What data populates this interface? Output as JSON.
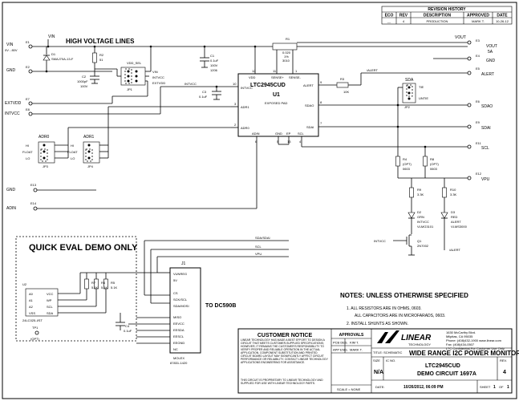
{
  "revision": {
    "title": "REVISION HISTORY",
    "headers": [
      "ECO",
      "REV",
      "DESCRIPTION",
      "APPROVED",
      "DATE"
    ],
    "row": [
      "__",
      "4",
      "PRODUCTION",
      "MARK T.",
      "10-26-12"
    ]
  },
  "banner": "HIGH VOLTAGE LINES",
  "terminals": {
    "e1": {
      "ref": "E1",
      "label": "VIN",
      "sub": "0V - 80V"
    },
    "e2": {
      "ref": "E2",
      "label": "GND"
    },
    "e7": {
      "ref": "E7",
      "label": "EXTVDD"
    },
    "e8": {
      "ref": "E8",
      "label": "INTVCC"
    },
    "e13": {
      "ref": "E13",
      "label": "GND"
    },
    "e14": {
      "ref": "E14",
      "label": "ADIN"
    },
    "e3": {
      "ref": "E3",
      "label": "VOUT",
      "sub": "5A"
    },
    "e4": {
      "ref": "E4",
      "label": "GND"
    },
    "e5": {
      "ref": "E5",
      "label": "ALERT"
    },
    "e6": {
      "ref": "E6",
      "label": "SDAO"
    },
    "e9": {
      "ref": "E9",
      "label": "SDAI"
    },
    "e11": {
      "ref": "E11",
      "label": "SCL"
    },
    "e12": {
      "ref": "E12",
      "label": "VPU"
    }
  },
  "nets": {
    "vin": "VIN",
    "vout": "VOUT",
    "intvcc": "INTVCC",
    "alert_bar": "/ALERT",
    "sda_sdai": "SDA/SDAI",
    "scl": "SCL",
    "vpu": "VPU",
    "vdd_sel": "VDD_SEL"
  },
  "parts": {
    "d1": {
      "ref": "D1",
      "value": "SMAJ70A-13-F"
    },
    "r2": {
      "ref": "R2",
      "value": "51"
    },
    "c2": {
      "ref": "C2",
      "value": "1000pF",
      "v2": "100V"
    },
    "c1": {
      "ref": "C1",
      "value": "0.1uF",
      "v2": "100V",
      "v3": "1206"
    },
    "c3": {
      "ref": "C3",
      "value": "0.1uF"
    },
    "r1": {
      "ref": "R1",
      "value": "0.020",
      "v2": "1%",
      "v3": "3010"
    },
    "r3": {
      "ref": "R3",
      "value": "10K"
    },
    "r4": {
      "ref": "R4",
      "value": "(OPT)",
      "v2": "0603"
    },
    "r8": {
      "ref": "R8",
      "value": "(OPT)",
      "v2": "0603"
    },
    "r9": {
      "ref": "R9",
      "value": "3.3K"
    },
    "r10": {
      "ref": "R10",
      "value": "3.3K"
    },
    "d2": {
      "ref": "D2",
      "value": "GRN",
      "v2": "INTVCC",
      "v3": "VLMG3101"
    },
    "d3": {
      "ref": "D3",
      "value": "RED",
      "v2": "ALERT",
      "v3": "VLMS3000"
    },
    "q1": {
      "ref": "Q1",
      "value": "2N7002"
    },
    "jp1": {
      "ref": "JP1",
      "pins": [
        "VIN",
        "INTVCC",
        "EXTVDD"
      ]
    },
    "jp2": {
      "ref": "JP2",
      "pins": [
        "TIE",
        "UNTIE"
      ]
    },
    "jp3": {
      "ref": "JP3",
      "pins": [
        "HI",
        "FLOAT",
        "LO"
      ]
    },
    "jp4": {
      "ref": "JP4",
      "pins": [
        "HI",
        "FLOAT",
        "LO"
      ]
    },
    "adr0": "ADR0",
    "adr1": "ADR1",
    "sda": "SDA"
  },
  "u1": {
    "ref": "U1",
    "part": "LTC2945CUD",
    "pad": "EXPOSED PAD",
    "pins_left": [
      "INTVCC",
      "ADR1",
      "ADR0"
    ],
    "pins_top": [
      "VDD",
      "SENSE+",
      "SENSE-"
    ],
    "pins_right": [
      "ALERT",
      "SDAO",
      "SDAI"
    ],
    "pins_bottom": [
      "ADIN",
      "GND",
      "EP",
      "SCL"
    ],
    "pin_nums": {
      "vdd": "12",
      "sp": "11",
      "sm": "1",
      "intvcc": "10",
      "adr1": "3",
      "adr0": "2",
      "alert": "9",
      "sdao": "8",
      "sdai": "7",
      "adin": "6",
      "gnd": "5",
      "ep": "13",
      "scl": "4"
    }
  },
  "quick_eval": {
    "title": "QUICK EVAL DEMO ONLY",
    "u2": {
      "ref": "U2",
      "part": "24LC025-I/ST",
      "left": [
        "A0",
        "A1",
        "A2",
        "VSS"
      ],
      "right": [
        "VCC",
        "WP",
        "SCL",
        "SDA"
      ]
    },
    "r5": {
      "ref": "R5",
      "value": "5.1K"
    },
    "r6": {
      "ref": "R6",
      "value": "5.1K"
    },
    "r7": {
      "ref": "R7",
      "value": "5.1K"
    },
    "tp1": {
      "ref": "TP1",
      "value": "(OPT)"
    },
    "c4": {
      "ref": "C4",
      "value": "0.1uF"
    },
    "j1": {
      "ref": "J1",
      "pins": [
        "VUNREG",
        "5V",
        "",
        "CS",
        "SCK/SCL",
        "SDA/MOSI",
        "",
        "MISO",
        "EEVCC",
        "EESDA",
        "EESCL",
        "EEGND",
        "NC"
      ],
      "conn": "MOLEX",
      "pn": "87831-1420"
    },
    "to": "TO DC590B"
  },
  "notes": {
    "title": "NOTES: UNLESS OTHERWISE SPECIFIED",
    "lines": [
      "1. ALL RESISTORS ARE IN OHMS, 0603.",
      "ALL CAPACITORS ARE IN MICROFARADS, 0603.",
      "2. INSTALL SHUNTS AS SHOWN."
    ]
  },
  "title_block": {
    "notice_title": "CUSTOMER NOTICE",
    "notice_body": "LINEAR TECHNOLOGY HAS MADE A BEST EFFORT TO DESIGN A CIRCUIT THAT MEETS CUSTOMER-SUPPLIED SPECIFICATIONS; HOWEVER, IT REMAINS THE CUSTOMER'S RESPONSIBILITY TO VERIFY PROPER AND RELIABLE OPERATION IN THE ACTUAL APPLICATION. COMPONENT SUBSTITUTION AND PRINTED CIRCUIT BOARD LAYOUT MAY SIGNIFICANTLY AFFECT CIRCUIT PERFORMANCE OR RELIABILITY. CONTACT LINEAR TECHNOLOGY APPLICATIONS ENGINEERING FOR ASSISTANCE.",
    "notice_foot": "THIS CIRCUIT IS PROPRIETARY TO LINEAR TECHNOLOGY AND SUPPLIED FOR USE WITH LINEAR TECHNOLOGY PARTS.",
    "approvals": "APPROVALS",
    "pcb_des": "PCB DES.",
    "pcb_name": "KIM T.",
    "app_eng": "APP ENG.",
    "app_name": "MARK T.",
    "scale": "SCALE = NONE",
    "logo": "LINEAR",
    "logo_sub": "TECHNOLOGY",
    "address": [
      "1630 McCarthy Blvd.",
      "Milpitas, CA 95035",
      "Phone: (408)432-1900  www.linear.com",
      "Fax: (408)434-0507",
      "LTC Confidential-For Customer Use Only"
    ],
    "title_label": "TITLE: SCHEMATIC",
    "title": "WIDE RANGE I2C POWER MONITOR",
    "size_label": "SIZE",
    "size": "N/A",
    "ic_label": "IC NO.",
    "ic": "LTC2945CUD",
    "demo": "DEMO CIRCUIT 1697A",
    "rev_label": "REV.",
    "rev": "4",
    "date_label": "DATE:",
    "date": "10/26/2012, 06:09 PM",
    "sheet_label": "SHEET",
    "sheet": "1",
    "of": "OF",
    "of_n": "1"
  }
}
